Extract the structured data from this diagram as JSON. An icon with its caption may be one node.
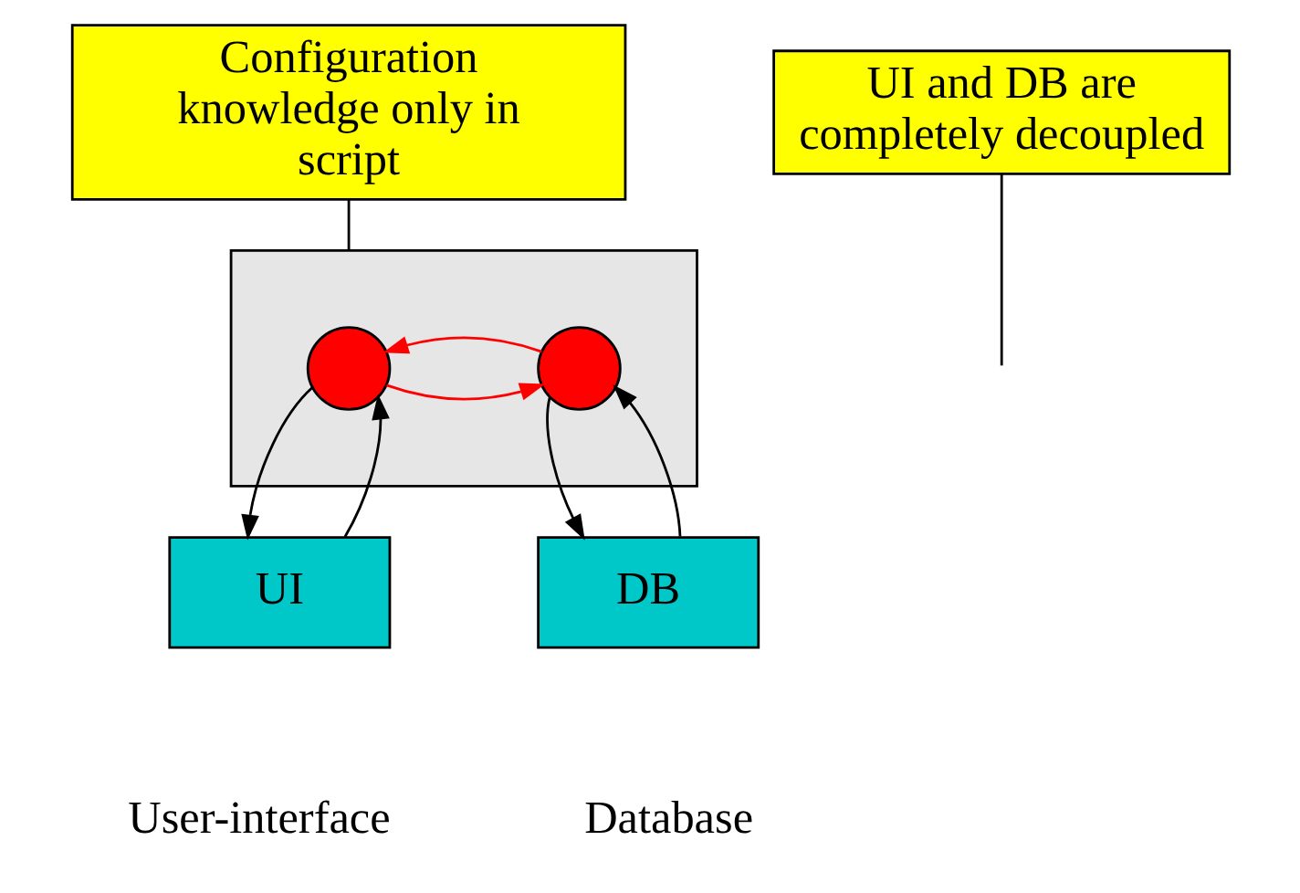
{
  "diagram": {
    "nodes": [
      {
        "text": [],
        "shape": "box"
      },
      {
        "text": [],
        "shape": "circle",
        "in": 0
      },
      {
        "text": [],
        "shape": "circle",
        "in": 0
      },
      {
        "text": [
          "UI"
        ],
        "beside": [
          "User-interface"
        ]
      },
      {
        "text": [
          "DB"
        ],
        "beside": [
          "Database"
        ]
      },
      {
        "text": [
          "Configuration knowledge only in script"
        ]
      },
      {
        "text": [
          "UI and DB are completely decoupled"
        ]
      }
    ],
    "edges": [
      {
        "from": 3,
        "to": 1,
        "arrow": "to"
      },
      {
        "from": 1,
        "to": 3,
        "arrow": "to"
      },
      {
        "from": 1,
        "to": 2,
        "arrow": "to",
        "color": "#ff0000"
      },
      {
        "from": 2,
        "to": 1,
        "arrow": "to",
        "color": "#ff0000"
      },
      {
        "from": 2,
        "to": 4,
        "arrow": "to"
      },
      {
        "from": 4,
        "to": 2,
        "arrow": "to"
      },
      {
        "from": 5,
        "to": 0,
        "arrow": "none"
      },
      {
        "from": 6,
        "to": null,
        "arrow": "none"
      }
    ]
  }
}
